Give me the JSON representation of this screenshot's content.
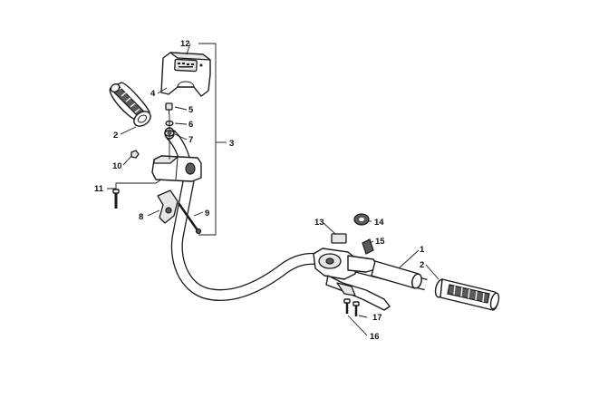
{
  "callouts": {
    "c1": "1",
    "c2_left": "2",
    "c2_right": "2",
    "c3": "3",
    "c4": "4",
    "c5": "5",
    "c6": "6",
    "c7": "7",
    "c8": "8",
    "c9": "9",
    "c10": "10",
    "c11": "11",
    "c12": "12",
    "c13": "13",
    "c14": "14",
    "c15": "15",
    "c16": "16",
    "c17": "17"
  }
}
